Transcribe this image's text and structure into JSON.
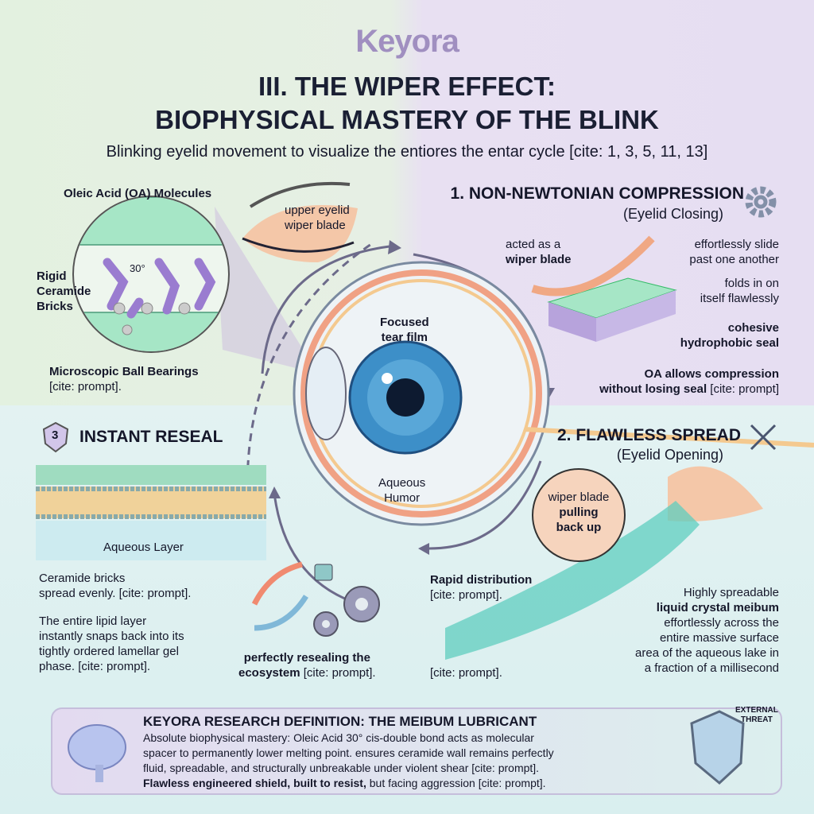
{
  "logo": "Keyora",
  "title_line1": "III. THE WIPER EFFECT:",
  "title_line2": "BIOPHYSICAL MASTERY OF THE BLINK",
  "subtitle": "Blinking eyelid movement to visualize the entiores the entar cycle [cite: 1, 3, 5, 11, 13]",
  "molecule": {
    "oa_label": "Oleic Acid (OA) Molecules",
    "ceramide_label": [
      "Rigid",
      "Ceramide",
      "Bricks"
    ],
    "angle": "30°",
    "ball_label": "Microscopic Ball Bearings",
    "ball_cite": "[cite: prompt]."
  },
  "eyelid_label": [
    "upper eyelid",
    "wiper blade"
  ],
  "eye": {
    "film_label": [
      "Focused",
      "tear film"
    ],
    "humor_label": [
      "Aqueous",
      "Humor"
    ]
  },
  "step1": {
    "title": "1. NON-NEWTONIAN COMPRESSION",
    "subtitle": "(Eyelid Closing)",
    "acted": "acted as a",
    "wiper": "wiper blade",
    "slide": [
      "effortlessly slide",
      "past one another"
    ],
    "folds": [
      "folds in on",
      "itself flawlessly"
    ],
    "seal": [
      "cohesive",
      "hydrophobic seal"
    ],
    "oa_bold": "OA allows compression",
    "oa_bold2": "without losing seal",
    "oa_cite": " [cite: prompt]"
  },
  "step2": {
    "title": "2. FLAWLESS SPREAD",
    "subtitle": "(Eyelid Opening)",
    "bubble": "wiper blade",
    "bubble_bold": [
      "pulling",
      "back up"
    ],
    "rapid": "Rapid distribution",
    "rapid_cite": "[cite: prompt].",
    "cite2": "[cite: prompt].",
    "desc1": "Highly spreadable",
    "desc_bold": "liquid crystal meibum",
    "desc_rest": [
      "effortlessly across the",
      "entire massive surface",
      "area of the aqueous lake in",
      "a fraction of a millisecond"
    ]
  },
  "step3": {
    "badge": "3",
    "title": "INSTANT RESEAL",
    "layer_label": "Aqueous Layer",
    "p1": [
      "Ceramide bricks",
      "spread evenly. [cite: prompt]."
    ],
    "p2": [
      "The entire lipid layer",
      "instantly snaps back into its",
      "tightly ordered lamellar gel",
      "phase. [cite: prompt]."
    ],
    "reseal_bold": "perfectly resealing the",
    "reseal_bold2": "ecosystem",
    "reseal_cite": " [cite: prompt]."
  },
  "definition": {
    "title": "KEYORA RESEARCH DEFINITION: THE MEIBUM LUBRICANT",
    "body": [
      "Absolute biophysical mastery: Oleic Acid 30° cis-double bond acts as molecular",
      "spacer to permanently lower melting point. ensures ceramide wall remains perfectly",
      "fluid, spreadable, and structurally unbreakable under violent shear [cite: prompt]."
    ],
    "bold": "Flawless engineered shield, built to resist,",
    "rest": " but facing aggression [cite: prompt].",
    "threat": [
      "EXTERNAL",
      "THREAT"
    ]
  },
  "colors": {
    "green": "#9ee0bf",
    "purple": "#a58ad0",
    "iris": "#3d8fc8",
    "skin": "#f4c7a8",
    "teal": "#5fcdbf"
  }
}
